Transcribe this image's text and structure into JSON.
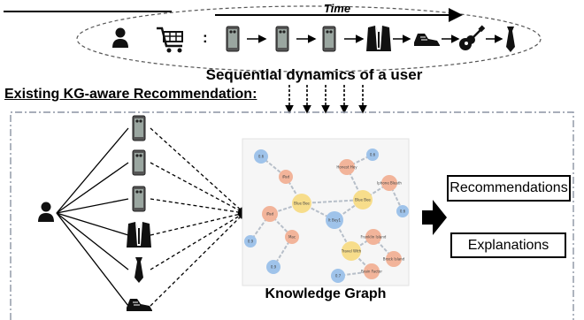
{
  "header": {
    "title": "Sequential dynamics of a user",
    "timeline_label": "Time",
    "colon": ":"
  },
  "section": {
    "title": "Existing KG-aware Recommendation:"
  },
  "sequence_items": [
    "phone-icon",
    "phone-icon",
    "phone-icon",
    "suit-jacket-icon",
    "sneaker-icon",
    "guitar-icon",
    "tie-icon"
  ],
  "left_items": [
    "phone-icon",
    "phone-icon",
    "phone-icon",
    "suit-jacket-icon",
    "tie-icon",
    "sneaker-icon"
  ],
  "graph": {
    "caption": "Knowledge Graph",
    "nodes": [
      {
        "label": "0.6",
        "color": "#9fc3ea"
      },
      {
        "label": "iPad",
        "color": "#f2b49a"
      },
      {
        "label": "Blue Bee",
        "color": "#f7dd8b"
      },
      {
        "label": "Honest Hey",
        "color": "#f2b49a"
      },
      {
        "label": "0.6",
        "color": "#9fc3ea"
      },
      {
        "label": "Iphone Bleath",
        "color": "#f2b49a"
      },
      {
        "label": "Blue Bee",
        "color": "#f7dd8b"
      },
      {
        "label": "0.6",
        "color": "#9fc3ea"
      },
      {
        "label": "iPad",
        "color": "#f2b49a"
      },
      {
        "label": "It Bey1",
        "color": "#9fc3ea"
      },
      {
        "label": "0.9",
        "color": "#9fc3ea"
      },
      {
        "label": "Mac",
        "color": "#f2b49a"
      },
      {
        "label": "Travel With",
        "color": "#f7dd8b"
      },
      {
        "label": "Franklin Island",
        "color": "#f2b49a"
      },
      {
        "label": "Brock Island",
        "color": "#f2b49a"
      },
      {
        "label": "0.9",
        "color": "#9fc3ea"
      },
      {
        "label": "0.7",
        "color": "#9fc3ea"
      },
      {
        "label": "Brain Factor",
        "color": "#f2b49a"
      }
    ]
  },
  "outputs": {
    "recommendations": "Recommendations",
    "explanations": "Explanations"
  }
}
